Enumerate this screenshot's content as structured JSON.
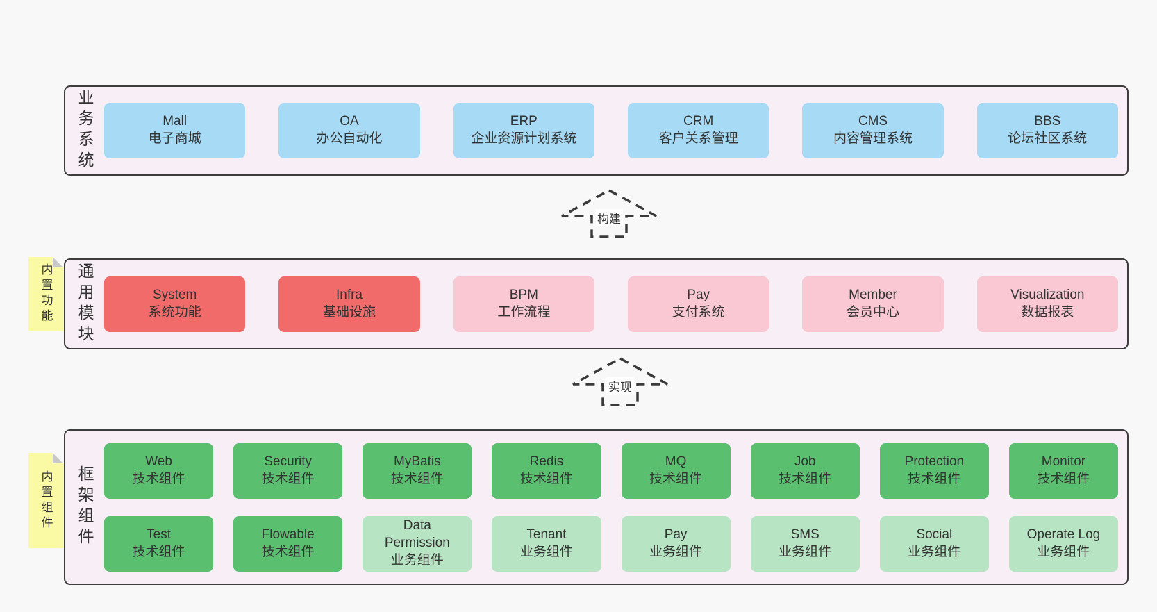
{
  "colors": {
    "background": "#f8f8f8",
    "band_fill": "#f8eef6",
    "band_border": "#3d3d3d",
    "blue": "#a6daf5",
    "red": "#f16b6b",
    "pink": "#f9c8d2",
    "green": "#5bbf70",
    "green_light": "#b7e5c3",
    "note_yellow": "#fafaa5",
    "note_fold": "#c9c9c9",
    "text": "#333333",
    "arrow": "#3a3a3a"
  },
  "bands": {
    "business": {
      "label": "业务系统",
      "boxes": [
        {
          "title": "Mall",
          "subtitle": "电子商城",
          "variant": "blue"
        },
        {
          "title": "OA",
          "subtitle": "办公自动化",
          "variant": "blue"
        },
        {
          "title": "ERP",
          "subtitle": "企业资源计划系统",
          "variant": "blue"
        },
        {
          "title": "CRM",
          "subtitle": "客户关系管理",
          "variant": "blue"
        },
        {
          "title": "CMS",
          "subtitle": "内容管理系统",
          "variant": "blue"
        },
        {
          "title": "BBS",
          "subtitle": "论坛社区系统",
          "variant": "blue"
        }
      ]
    },
    "modules": {
      "label": "通用模块",
      "note": "内置功能",
      "boxes": [
        {
          "title": "System",
          "subtitle": "系统功能",
          "variant": "red"
        },
        {
          "title": "Infra",
          "subtitle": "基础设施",
          "variant": "red"
        },
        {
          "title": "BPM",
          "subtitle": "工作流程",
          "variant": "pink"
        },
        {
          "title": "Pay",
          "subtitle": "支付系统",
          "variant": "pink"
        },
        {
          "title": "Member",
          "subtitle": "会员中心",
          "variant": "pink"
        },
        {
          "title": "Visualization",
          "subtitle": "数据报表",
          "variant": "pink"
        }
      ]
    },
    "components": {
      "label": "框架组件",
      "note": "内置组件",
      "rows": [
        [
          {
            "title": "Web",
            "subtitle": "技术组件",
            "variant": "green"
          },
          {
            "title": "Security",
            "subtitle": "技术组件",
            "variant": "green"
          },
          {
            "title": "MyBatis",
            "subtitle": "技术组件",
            "variant": "green"
          },
          {
            "title": "Redis",
            "subtitle": "技术组件",
            "variant": "green"
          },
          {
            "title": "MQ",
            "subtitle": "技术组件",
            "variant": "green"
          },
          {
            "title": "Job",
            "subtitle": "技术组件",
            "variant": "green"
          },
          {
            "title": "Protection",
            "subtitle": "技术组件",
            "variant": "green"
          },
          {
            "title": "Monitor",
            "subtitle": "技术组件",
            "variant": "green"
          }
        ],
        [
          {
            "title": "Test",
            "subtitle": "技术组件",
            "variant": "green"
          },
          {
            "title": "Flowable",
            "subtitle": "技术组件",
            "variant": "green"
          },
          {
            "title": "Data Permission",
            "subtitle": "业务组件",
            "variant": "green-light"
          },
          {
            "title": "Tenant",
            "subtitle": "业务组件",
            "variant": "green-light"
          },
          {
            "title": "Pay",
            "subtitle": "业务组件",
            "variant": "green-light"
          },
          {
            "title": "SMS",
            "subtitle": "业务组件",
            "variant": "green-light"
          },
          {
            "title": "Social",
            "subtitle": "业务组件",
            "variant": "green-light"
          },
          {
            "title": "Operate Log",
            "subtitle": "业务组件",
            "variant": "green-light"
          }
        ]
      ]
    }
  },
  "arrows": [
    {
      "label": "构建"
    },
    {
      "label": "实现"
    }
  ]
}
